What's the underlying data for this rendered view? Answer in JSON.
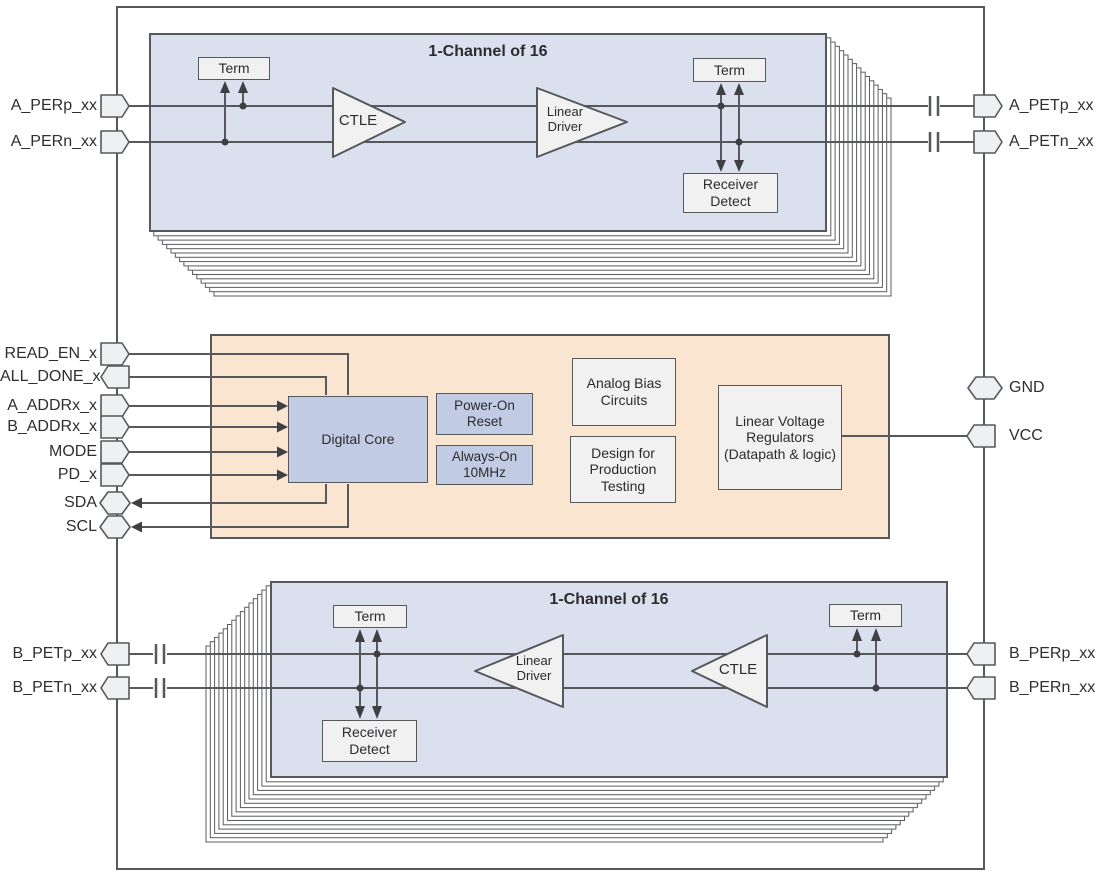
{
  "colors": {
    "channel_fill": "#dbe0ee",
    "control_fill": "#fae5d1",
    "core_fill": "#c2cbe4",
    "box_fill": "#f1f1f2",
    "line": "#57585c",
    "text": "#2e2f31"
  },
  "top_channel": {
    "title": "1-Channel of 16",
    "term_left": "Term",
    "term_right": "Term",
    "ctle": "CTLE",
    "linear_driver": "Linear Driver",
    "receiver_detect": "Receiver Detect",
    "pin_in_p": "A_PERp_xx",
    "pin_in_n": "A_PERn_xx",
    "pin_out_p": "A_PETp_xx",
    "pin_out_n": "A_PETn_xx"
  },
  "control": {
    "digital_core": "Digital Core",
    "power_on_reset": "Power-On Reset",
    "always_on": "Always-On 10MHz",
    "analog_bias": "Analog Bias Circuits",
    "design_for_test": "Design for Production Testing",
    "linear_regulators": "Linear Voltage Regulators (Datapath & logic)",
    "pins_left": [
      "READ_EN_x",
      "ALL_DONE_x",
      "A_ADDRx_x",
      "B_ADDRx_x",
      "MODE",
      "PD_x",
      "SDA",
      "SCL"
    ],
    "pin_gnd": "GND",
    "pin_vcc": "VCC"
  },
  "bottom_channel": {
    "title": "1-Channel of 16",
    "term_left": "Term",
    "term_right": "Term",
    "ctle": "CTLE",
    "linear_driver": "Linear Driver",
    "receiver_detect": "Receiver Detect",
    "pin_out_p": "B_PETp_xx",
    "pin_out_n": "B_PETn_xx",
    "pin_in_p": "B_PERp_xx",
    "pin_in_n": "B_PERn_xx"
  }
}
